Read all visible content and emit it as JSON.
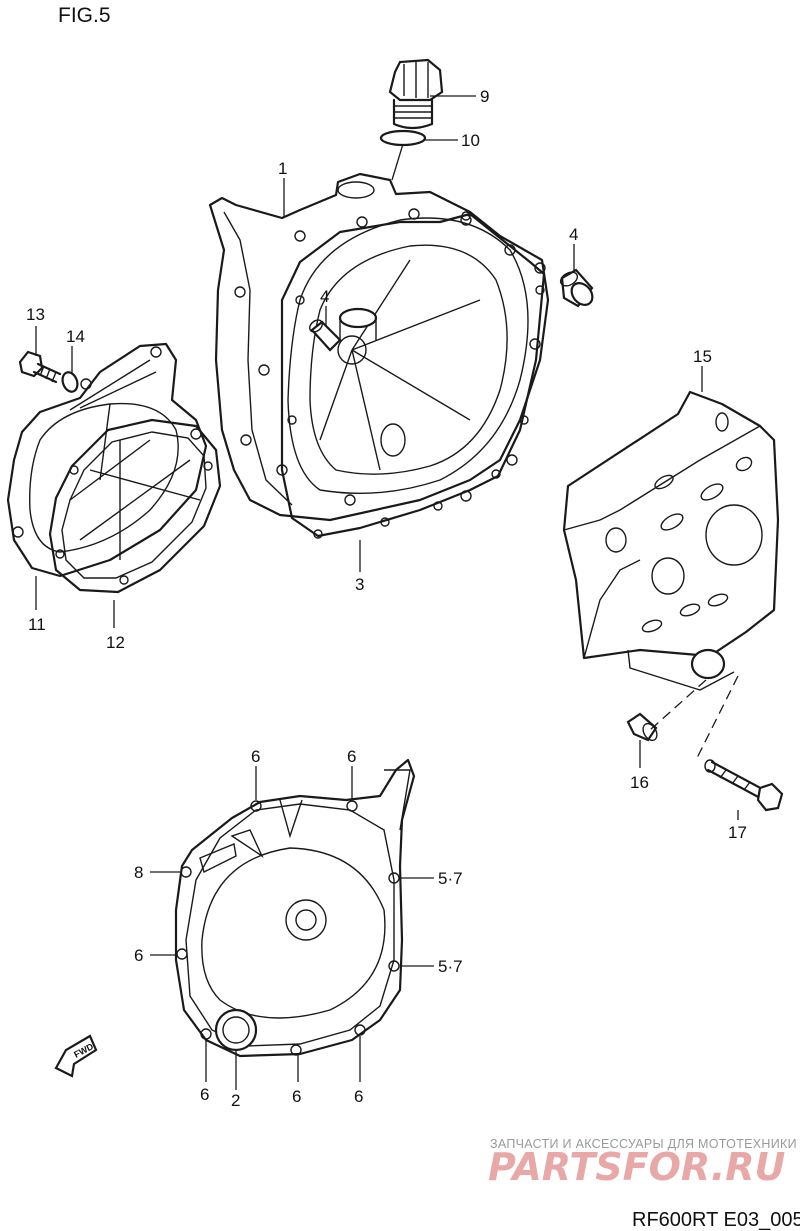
{
  "figure_title": "FIG.5",
  "drawing_code": "RF600RT E03_005",
  "watermark": {
    "tagline": "ЗАПЧАСТИ И АКСЕССУАРЫ ДЛЯ МОТОТЕХНИКИ",
    "brand": "PARTSFOR.RU"
  },
  "direction_marker": "FWD",
  "callouts": {
    "c1": "1",
    "c2": "2",
    "c3": "3",
    "c4a": "4",
    "c4b": "4",
    "c5_7a": "5·7",
    "c5_7b": "5·7",
    "c6a": "6",
    "c6b": "6",
    "c6c": "6",
    "c6d": "6",
    "c6e": "6",
    "c6f": "6",
    "c8": "8",
    "c9": "9",
    "c10": "10",
    "c11": "11",
    "c12": "12",
    "c13": "13",
    "c14": "14",
    "c15": "15",
    "c16": "16",
    "c17": "17"
  }
}
